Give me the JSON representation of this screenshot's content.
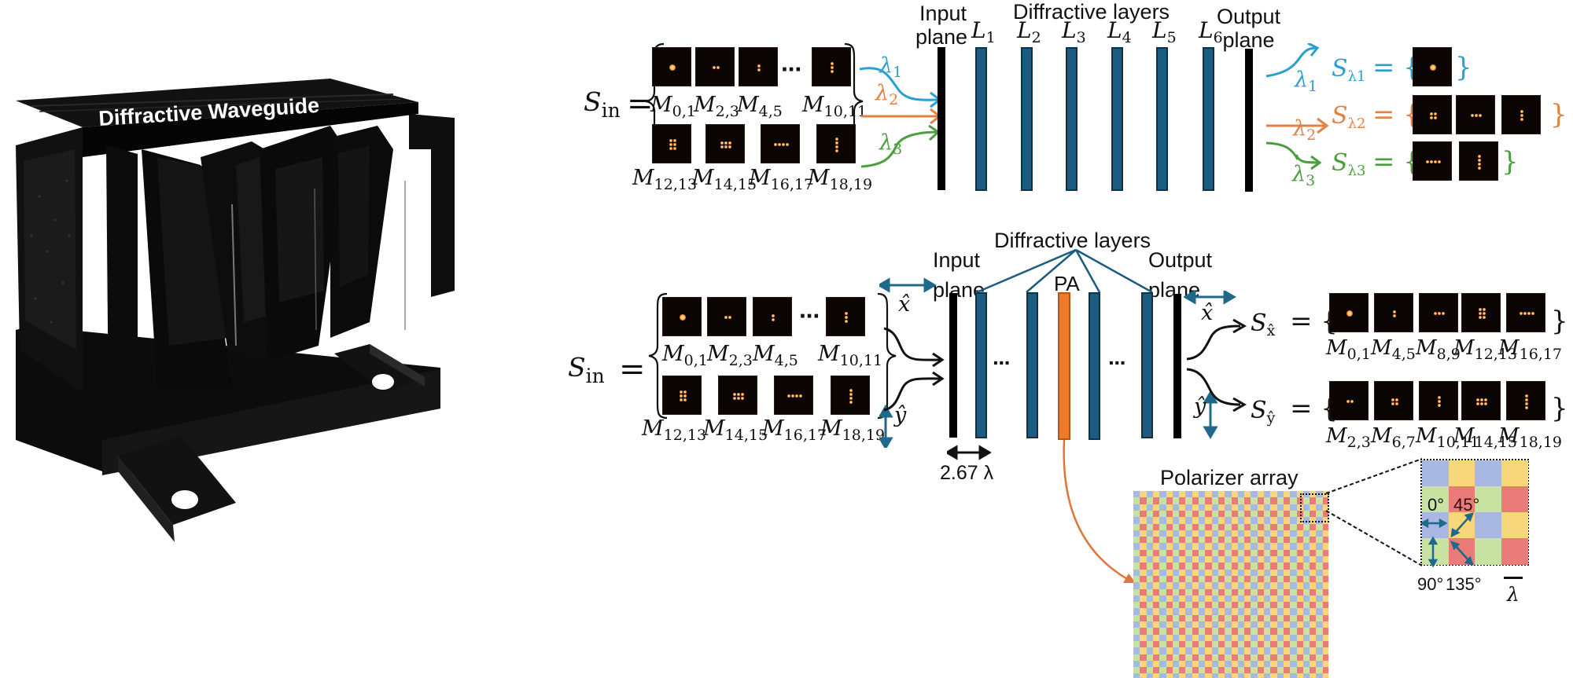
{
  "photo": {
    "caption": "Diffractive Waveguide"
  },
  "top_diagram": {
    "input_set_label": "S",
    "input_set_sub": "in",
    "equals": "=",
    "ellipsis": "···",
    "input_plane_label": [
      "Input",
      "plane"
    ],
    "diffractive_layers_label": "Diffractive layers",
    "output_plane_label": [
      "Output",
      "plane"
    ],
    "layers": [
      {
        "label": "L",
        "sub": "1"
      },
      {
        "label": "L",
        "sub": "2"
      },
      {
        "label": "L",
        "sub": "3"
      },
      {
        "label": "L",
        "sub": "4"
      },
      {
        "label": "L",
        "sub": "5"
      },
      {
        "label": "L",
        "sub": "6"
      }
    ],
    "input_modes_row1": [
      {
        "label": "M",
        "sub": "0,1",
        "pattern": "1x1"
      },
      {
        "label": "M",
        "sub": "2,3",
        "pattern": "2x1"
      },
      {
        "label": "M",
        "sub": "4,5",
        "pattern": "1x2"
      },
      {
        "label": "M",
        "sub": "10,11",
        "pattern": "1x3"
      }
    ],
    "input_modes_row2": [
      {
        "label": "M",
        "sub": "12,13",
        "pattern": "2x3"
      },
      {
        "label": "M",
        "sub": "14,15",
        "pattern": "3x2"
      },
      {
        "label": "M",
        "sub": "16,17",
        "pattern": "4x1"
      },
      {
        "label": "M",
        "sub": "18,19",
        "pattern": "1x4"
      }
    ],
    "wavelengths": [
      {
        "label": "λ",
        "sub": "1",
        "color": "#2a9fd0"
      },
      {
        "label": "λ",
        "sub": "2",
        "color": "#e58040"
      },
      {
        "label": "λ",
        "sub": "3",
        "color": "#4aa03c"
      }
    ],
    "outputs": [
      {
        "set_label": "S",
        "set_sub": "λ1",
        "color": "#2a9fd0",
        "patterns": [
          "1x1"
        ]
      },
      {
        "set_label": "S",
        "set_sub": "λ2",
        "color": "#e58040",
        "patterns": [
          "2x2",
          "3x1",
          "1x3"
        ]
      },
      {
        "set_label": "S",
        "set_sub": "λ3",
        "color": "#4aa03c",
        "patterns": [
          "4x1",
          "1x4"
        ]
      }
    ]
  },
  "bottom_diagram": {
    "input_set_label": "S",
    "input_set_sub": "in",
    "equals": "=",
    "ellipsis": "···",
    "input_plane_label": [
      "Input",
      "plane"
    ],
    "diffractive_layers_label": "Diffractive layers",
    "output_plane_label": [
      "Output",
      "plane"
    ],
    "pa_label": "PA",
    "spacing_label": "2.67 λ",
    "x_pol": "x̂",
    "y_pol": "ŷ",
    "input_modes_row1": [
      {
        "label": "M",
        "sub": "0,1",
        "pattern": "1x1"
      },
      {
        "label": "M",
        "sub": "2,3",
        "pattern": "2x1"
      },
      {
        "label": "M",
        "sub": "4,5",
        "pattern": "1x2"
      },
      {
        "label": "M",
        "sub": "10,11",
        "pattern": "1x3"
      }
    ],
    "input_modes_row2": [
      {
        "label": "M",
        "sub": "12,13",
        "pattern": "2x3"
      },
      {
        "label": "M",
        "sub": "14,15",
        "pattern": "3x2"
      },
      {
        "label": "M",
        "sub": "16,17",
        "pattern": "4x1"
      },
      {
        "label": "M",
        "sub": "18,19",
        "pattern": "1x4"
      }
    ],
    "output_x": {
      "set_label": "S",
      "set_sub": "x̂",
      "modes": [
        {
          "label": "M",
          "sub": "0,1",
          "pattern": "1x1"
        },
        {
          "label": "M",
          "sub": "4,5",
          "pattern": "1x2"
        },
        {
          "label": "M",
          "sub": "8,9",
          "pattern": "3x1"
        },
        {
          "label": "M",
          "sub": "12,13",
          "pattern": "2x3"
        },
        {
          "label": "M",
          "sub": "16,17",
          "pattern": "4x1"
        }
      ]
    },
    "output_y": {
      "set_label": "S",
      "set_sub": "ŷ",
      "modes": [
        {
          "label": "M",
          "sub": "2,3",
          "pattern": "2x1"
        },
        {
          "label": "M",
          "sub": "6,7",
          "pattern": "2x2"
        },
        {
          "label": "M",
          "sub": "10,11",
          "pattern": "1x3"
        },
        {
          "label": "M",
          "sub": "14,15",
          "pattern": "3x2"
        },
        {
          "label": "M",
          "sub": "18,19",
          "pattern": "1x4"
        }
      ]
    },
    "polarizer_array": {
      "title": "Polarizer array",
      "angle_labels": [
        "0°",
        "45°",
        "90°",
        "135°"
      ],
      "scale_label": "λ",
      "inset_rows": [
        [
          "blue",
          "yellow",
          "blue",
          "yellow"
        ],
        [
          "green",
          "red",
          "green",
          "red"
        ],
        [
          "blue",
          "yellow",
          "blue",
          "yellow"
        ],
        [
          "green",
          "red",
          "green",
          "red"
        ]
      ],
      "colors": {
        "blue": "#a9b8e0",
        "yellow": "#f7d77a",
        "green": "#c8e2a2",
        "red": "#ea7b78"
      }
    }
  },
  "colors": {
    "layer_blue": "#1b5c80",
    "pa_orange": "#ee7b2a",
    "pol_arrow": "#1f6a8c"
  }
}
